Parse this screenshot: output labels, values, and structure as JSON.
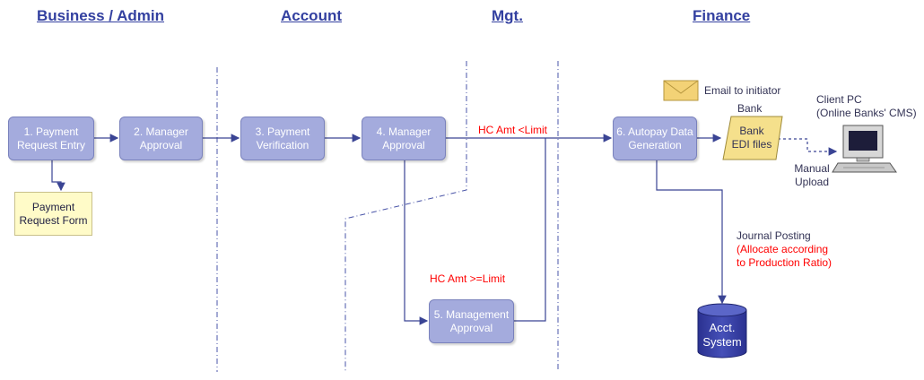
{
  "lanes": {
    "business": "Business / Admin",
    "account": "Account",
    "mgt": "Mgt.",
    "finance": "Finance"
  },
  "steps": {
    "s1": "1. Payment\nRequest Entry",
    "s2": "2. Manager\nApproval",
    "s3": "3. Payment\nVerification",
    "s4": "4. Manager\nApproval",
    "s5": "5. Management\nApproval",
    "s6": "6. Autopay Data\nGeneration"
  },
  "payment_request_form": "Payment\nRequest Form",
  "conditions": {
    "below_limit": "HC Amt <Limit",
    "above_limit": "HC Amt >=Limit"
  },
  "email_label": "Email to initiator",
  "bank": {
    "title": "Bank",
    "files": "Bank\nEDI files"
  },
  "client_pc": "Client PC\n(Online Banks' CMS)",
  "manual_upload": "Manual\nUpload",
  "journal": {
    "title": "Journal Posting",
    "note": "(Allocate according\nto Production Ratio)"
  },
  "acct_system": "Acct.\nSystem",
  "colors": {
    "lane_title": "#3340a0",
    "box_fill": "#a4abdd",
    "arrow": "#3a4494",
    "condition": "#ff0000",
    "note_fill": "#fffbc8",
    "db_fill": "#333a9c"
  }
}
